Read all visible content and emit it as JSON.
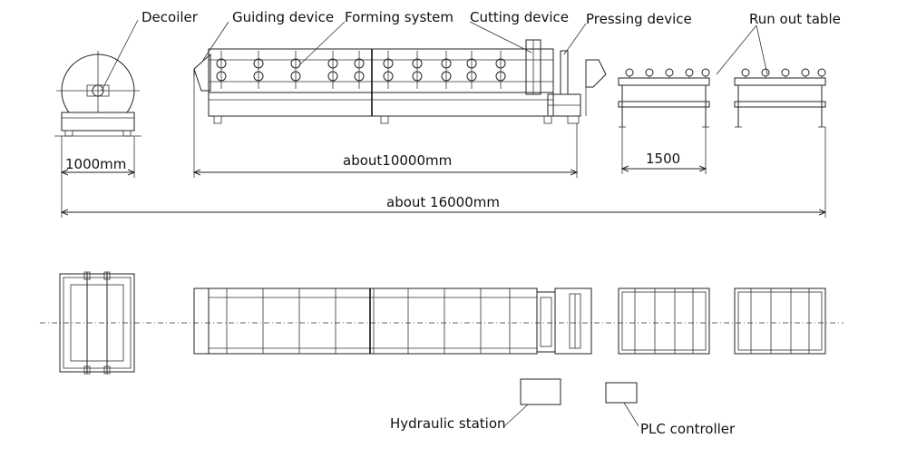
{
  "labels": {
    "decoiler": "Decoiler",
    "guiding": "Guiding device",
    "forming": "Forming system",
    "cutting": "Cutting device",
    "pressing": "Pressing device",
    "runout": "Run out table",
    "hydraulic": "Hydraulic station",
    "plc": "PLC controller"
  },
  "dimensions": {
    "decoiler_width": "1000mm",
    "machine_length": "about10000mm",
    "table_length": "1500",
    "total_length": "about 16000mm"
  }
}
